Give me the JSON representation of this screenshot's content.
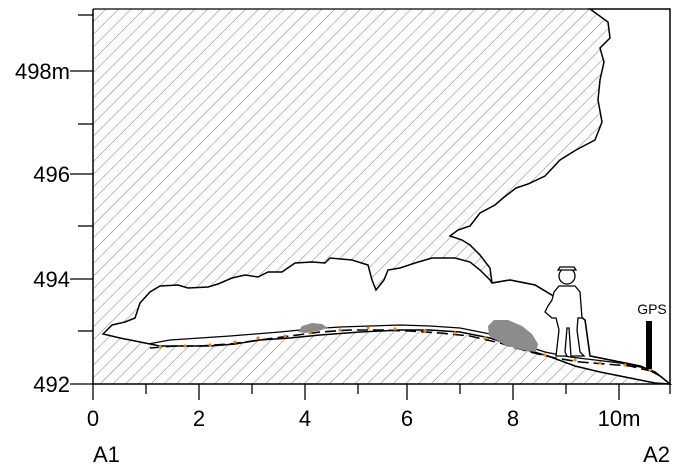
{
  "section": {
    "y_axis": {
      "labels": [
        "498m",
        "496",
        "494",
        "492"
      ]
    },
    "x_axis": {
      "labels": [
        "0",
        "2",
        "4",
        "6",
        "8",
        "10m"
      ]
    },
    "endpoints": {
      "start": "A1",
      "end": "A2"
    },
    "marker": {
      "label": "GPS"
    },
    "colors": {
      "rock_hatch": "#7f7f7f",
      "outline": "#000000",
      "boulder": "#8c8c8c",
      "survey_dots": "#e08a2a"
    },
    "icons": [
      "person-silhouette-icon",
      "gps-post-icon"
    ]
  }
}
